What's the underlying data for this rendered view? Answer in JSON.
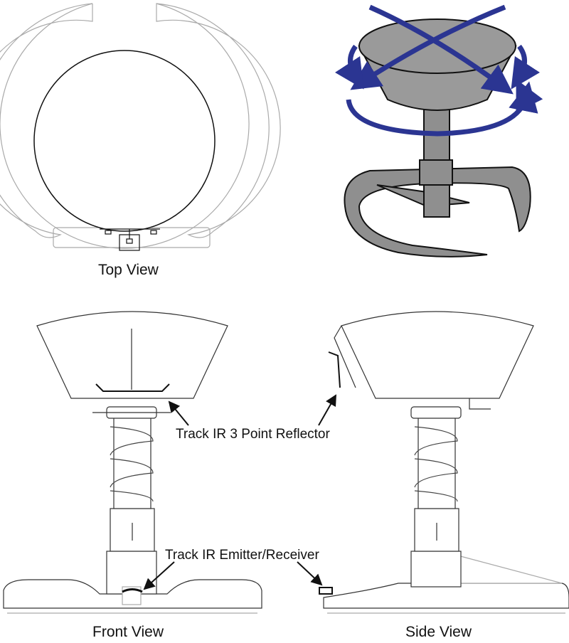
{
  "views": {
    "top": "Top View",
    "front": "Front View",
    "side": "Side View"
  },
  "callouts": {
    "reflector": "Track IR 3 Point Reflector",
    "emitter": "Track IR Emitter/Receiver"
  },
  "colors": {
    "arrow": "#2b3592",
    "seat_fill": "#9a9a9a",
    "line": "#1a1a1a",
    "light_line": "#aaaaaa"
  }
}
